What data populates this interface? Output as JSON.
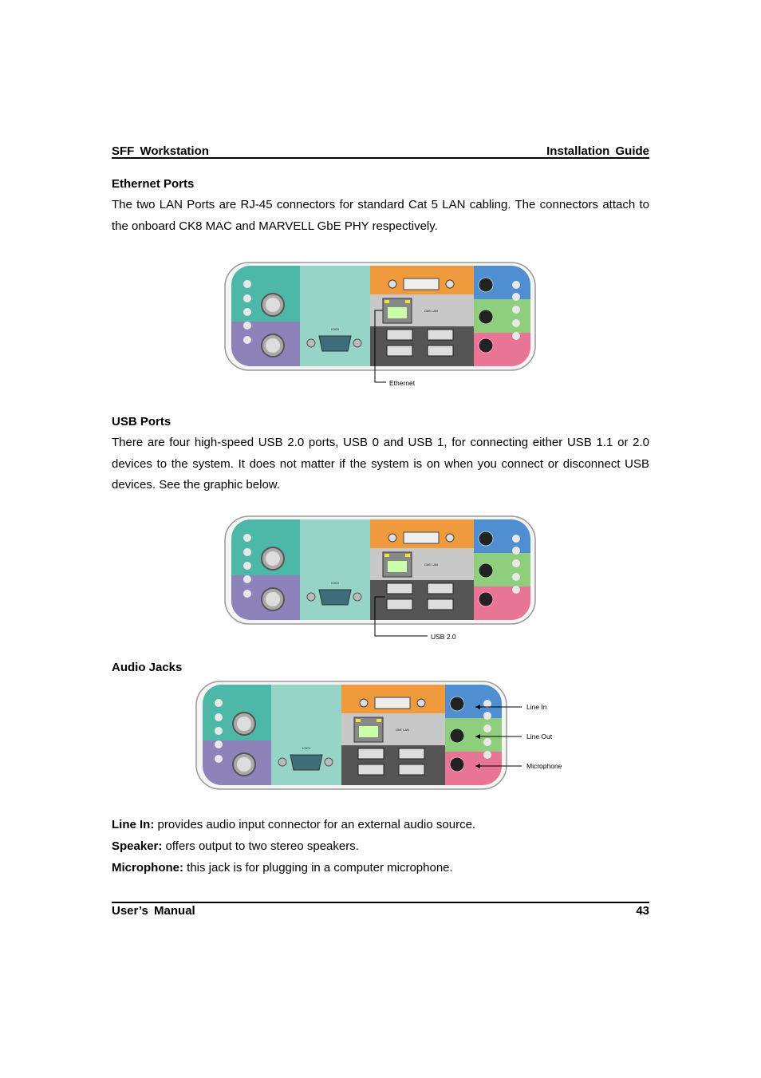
{
  "header": {
    "left": "SFF Workstation",
    "right": "Installation Guide"
  },
  "ethernet": {
    "heading": "Ethernet Ports",
    "body": "The two LAN Ports are RJ-45 connectors for standard Cat 5 LAN cabling. The connectors attach to the onboard CK8 MAC and MARVELL GbE PHY respectively.",
    "callout": "Ethernet"
  },
  "usb": {
    "heading": "USB Ports",
    "body": "There are four high-speed USB 2.0 ports, USB 0 and USB 1, for connecting either USB 1.1 or 2.0 devices to the system. It does not matter if the system is on when you connect or disconnect USB devices. See the graphic below.",
    "callout": "USB 2.0"
  },
  "audio": {
    "heading": "Audio Jacks",
    "callouts": [
      "Line In",
      "Line Out",
      "Microphone"
    ],
    "items": [
      {
        "term": "Line In:",
        "desc": " provides audio input connector for an external audio source."
      },
      {
        "term": "Speaker:",
        "desc": " offers output to two stereo speakers."
      },
      {
        "term": "Microphone:",
        "desc": " this jack is for plugging in a computer microphone."
      }
    ]
  },
  "panel": {
    "serial_label": "IOIOI",
    "lan_label": "GbE LAN"
  },
  "footer": {
    "left": "User’s Manual",
    "right": "43"
  },
  "colors": {
    "teal": "#4db8a8",
    "purple": "#8e82bb",
    "serial_bg": "#96d4c8",
    "orange": "#f09a3e",
    "gray": "#c8c8c8",
    "dark": "#555555",
    "blue": "#4f8ed0",
    "green": "#8fce7c",
    "pink": "#e97596"
  }
}
